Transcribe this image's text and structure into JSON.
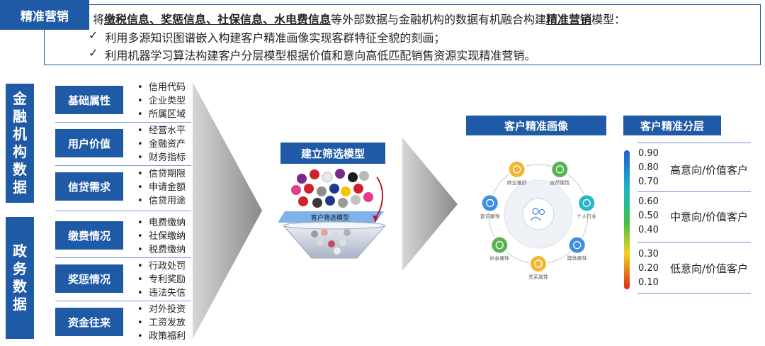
{
  "header": {
    "tag": "精准营销"
  },
  "intro": {
    "segments": [
      {
        "text": "将",
        "bold": false
      },
      {
        "text": "缴税信息、奖惩信息、社保信息、水电费信息",
        "bold": true
      },
      {
        "text": "等外部数据与金融机构的数据有机融合构建",
        "bold": false
      },
      {
        "text": "精准营销",
        "bold": true
      },
      {
        "text": "模型：",
        "bold": false
      }
    ],
    "bullets": [
      {
        "mark": "✓",
        "text": "利用多源知识图谱嵌入构建客户精准画像实现客群特征全貌的刻画；"
      },
      {
        "mark": "✓",
        "text": "利用机器学习算法构建客户分层模型根据价值和意向高低匹配销售资源实现精准营销。"
      }
    ]
  },
  "sources": [
    {
      "group_label": [
        "金",
        "融",
        "机",
        "构",
        "数",
        "据"
      ],
      "categories": [
        {
          "label": "基础属性",
          "items": [
            "信用代码",
            "企业类型",
            "所属区域"
          ]
        },
        {
          "label": "用户价值",
          "items": [
            "经营水平",
            "金融资产",
            "财务指标"
          ]
        },
        {
          "label": "信贷需求",
          "items": [
            "信贷期限",
            "申请金额",
            "信贷用途"
          ]
        }
      ]
    },
    {
      "group_label": [
        "政",
        "务",
        "数",
        "据"
      ],
      "categories": [
        {
          "label": "缴费情况",
          "items": [
            "电费缴纳",
            "社保缴纳",
            "税费缴纳"
          ]
        },
        {
          "label": "奖惩情况",
          "items": [
            "行政处罚",
            "专利奖励",
            "违法失信"
          ]
        },
        {
          "label": "资金往来",
          "items": [
            "对外投资",
            "工资发放",
            "政策福利"
          ]
        }
      ]
    }
  ],
  "filter_model": {
    "title": "建立筛选模型",
    "plate_label": "客户筛选模型"
  },
  "portrait": {
    "title": "客户精准画像",
    "nodes": [
      "商业偏好",
      "自然属性",
      "个人行业",
      "媒体属性",
      "关系属性",
      "社会属性",
      "意识属性"
    ],
    "node_colors": [
      "#f2b632",
      "#58b34f",
      "#28b5c9",
      "#3f8fe0",
      "#f2b632",
      "#58b34f",
      "#3f8fe0"
    ]
  },
  "layering": {
    "title": "客户精准分层",
    "tiers": [
      {
        "values": [
          "0.90",
          "0.80",
          "0.70"
        ],
        "label": "高意向/价值客户"
      },
      {
        "values": [
          "0.60",
          "0.50",
          "0.40"
        ],
        "label": "中意向/价值客户"
      },
      {
        "values": [
          "0.30",
          "0.20",
          "0.10"
        ],
        "label": "低意向/价值客户"
      }
    ]
  }
}
